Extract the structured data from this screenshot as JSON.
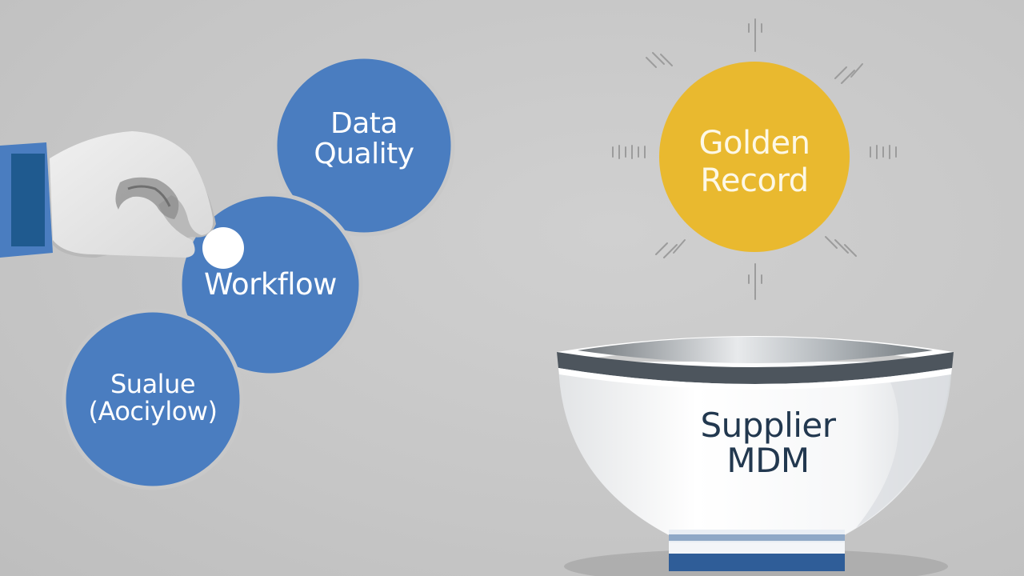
{
  "bubbles": {
    "data_quality": {
      "line1": "Data",
      "line2": "Quality",
      "color": "#4a7dc0"
    },
    "workflow": {
      "label": "Workflow",
      "color": "#4a7dc0"
    },
    "sualue": {
      "line1": "Sualue",
      "line2": "(Aociylow)",
      "color": "#4a7dc0"
    }
  },
  "golden_record": {
    "line1": "Golden",
    "line2": "Record",
    "color": "#e9b92f"
  },
  "bowl": {
    "line1": "Supplier",
    "line2": "MDM",
    "rim_color": "#4d555d",
    "base_color": "#2f5d98"
  },
  "hand": {
    "icon": "hand-icon",
    "sleeve_color": "#4a7dc0"
  }
}
